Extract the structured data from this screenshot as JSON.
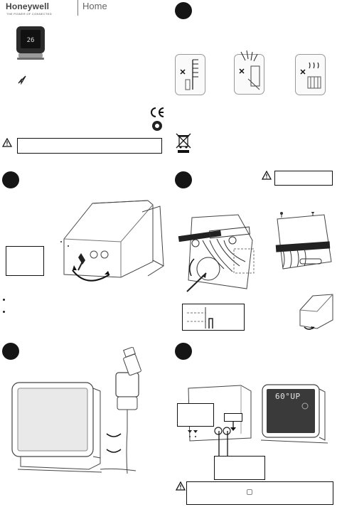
{
  "header": {
    "brand": "Honeywell",
    "brand_tagline": "THE POWER OF CONNECTED",
    "product_line": "Home"
  },
  "panels": {
    "step1": {
      "screen_sequence": "60°UP"
    }
  },
  "icons": {
    "ce_mark": "CE",
    "warning": "warning-triangle-icon",
    "weee": "crossed-out-bin-icon"
  },
  "colors": {
    "step_circle": "#151515",
    "line": "#333333",
    "thermostat_screen": "#3a3a3a"
  }
}
